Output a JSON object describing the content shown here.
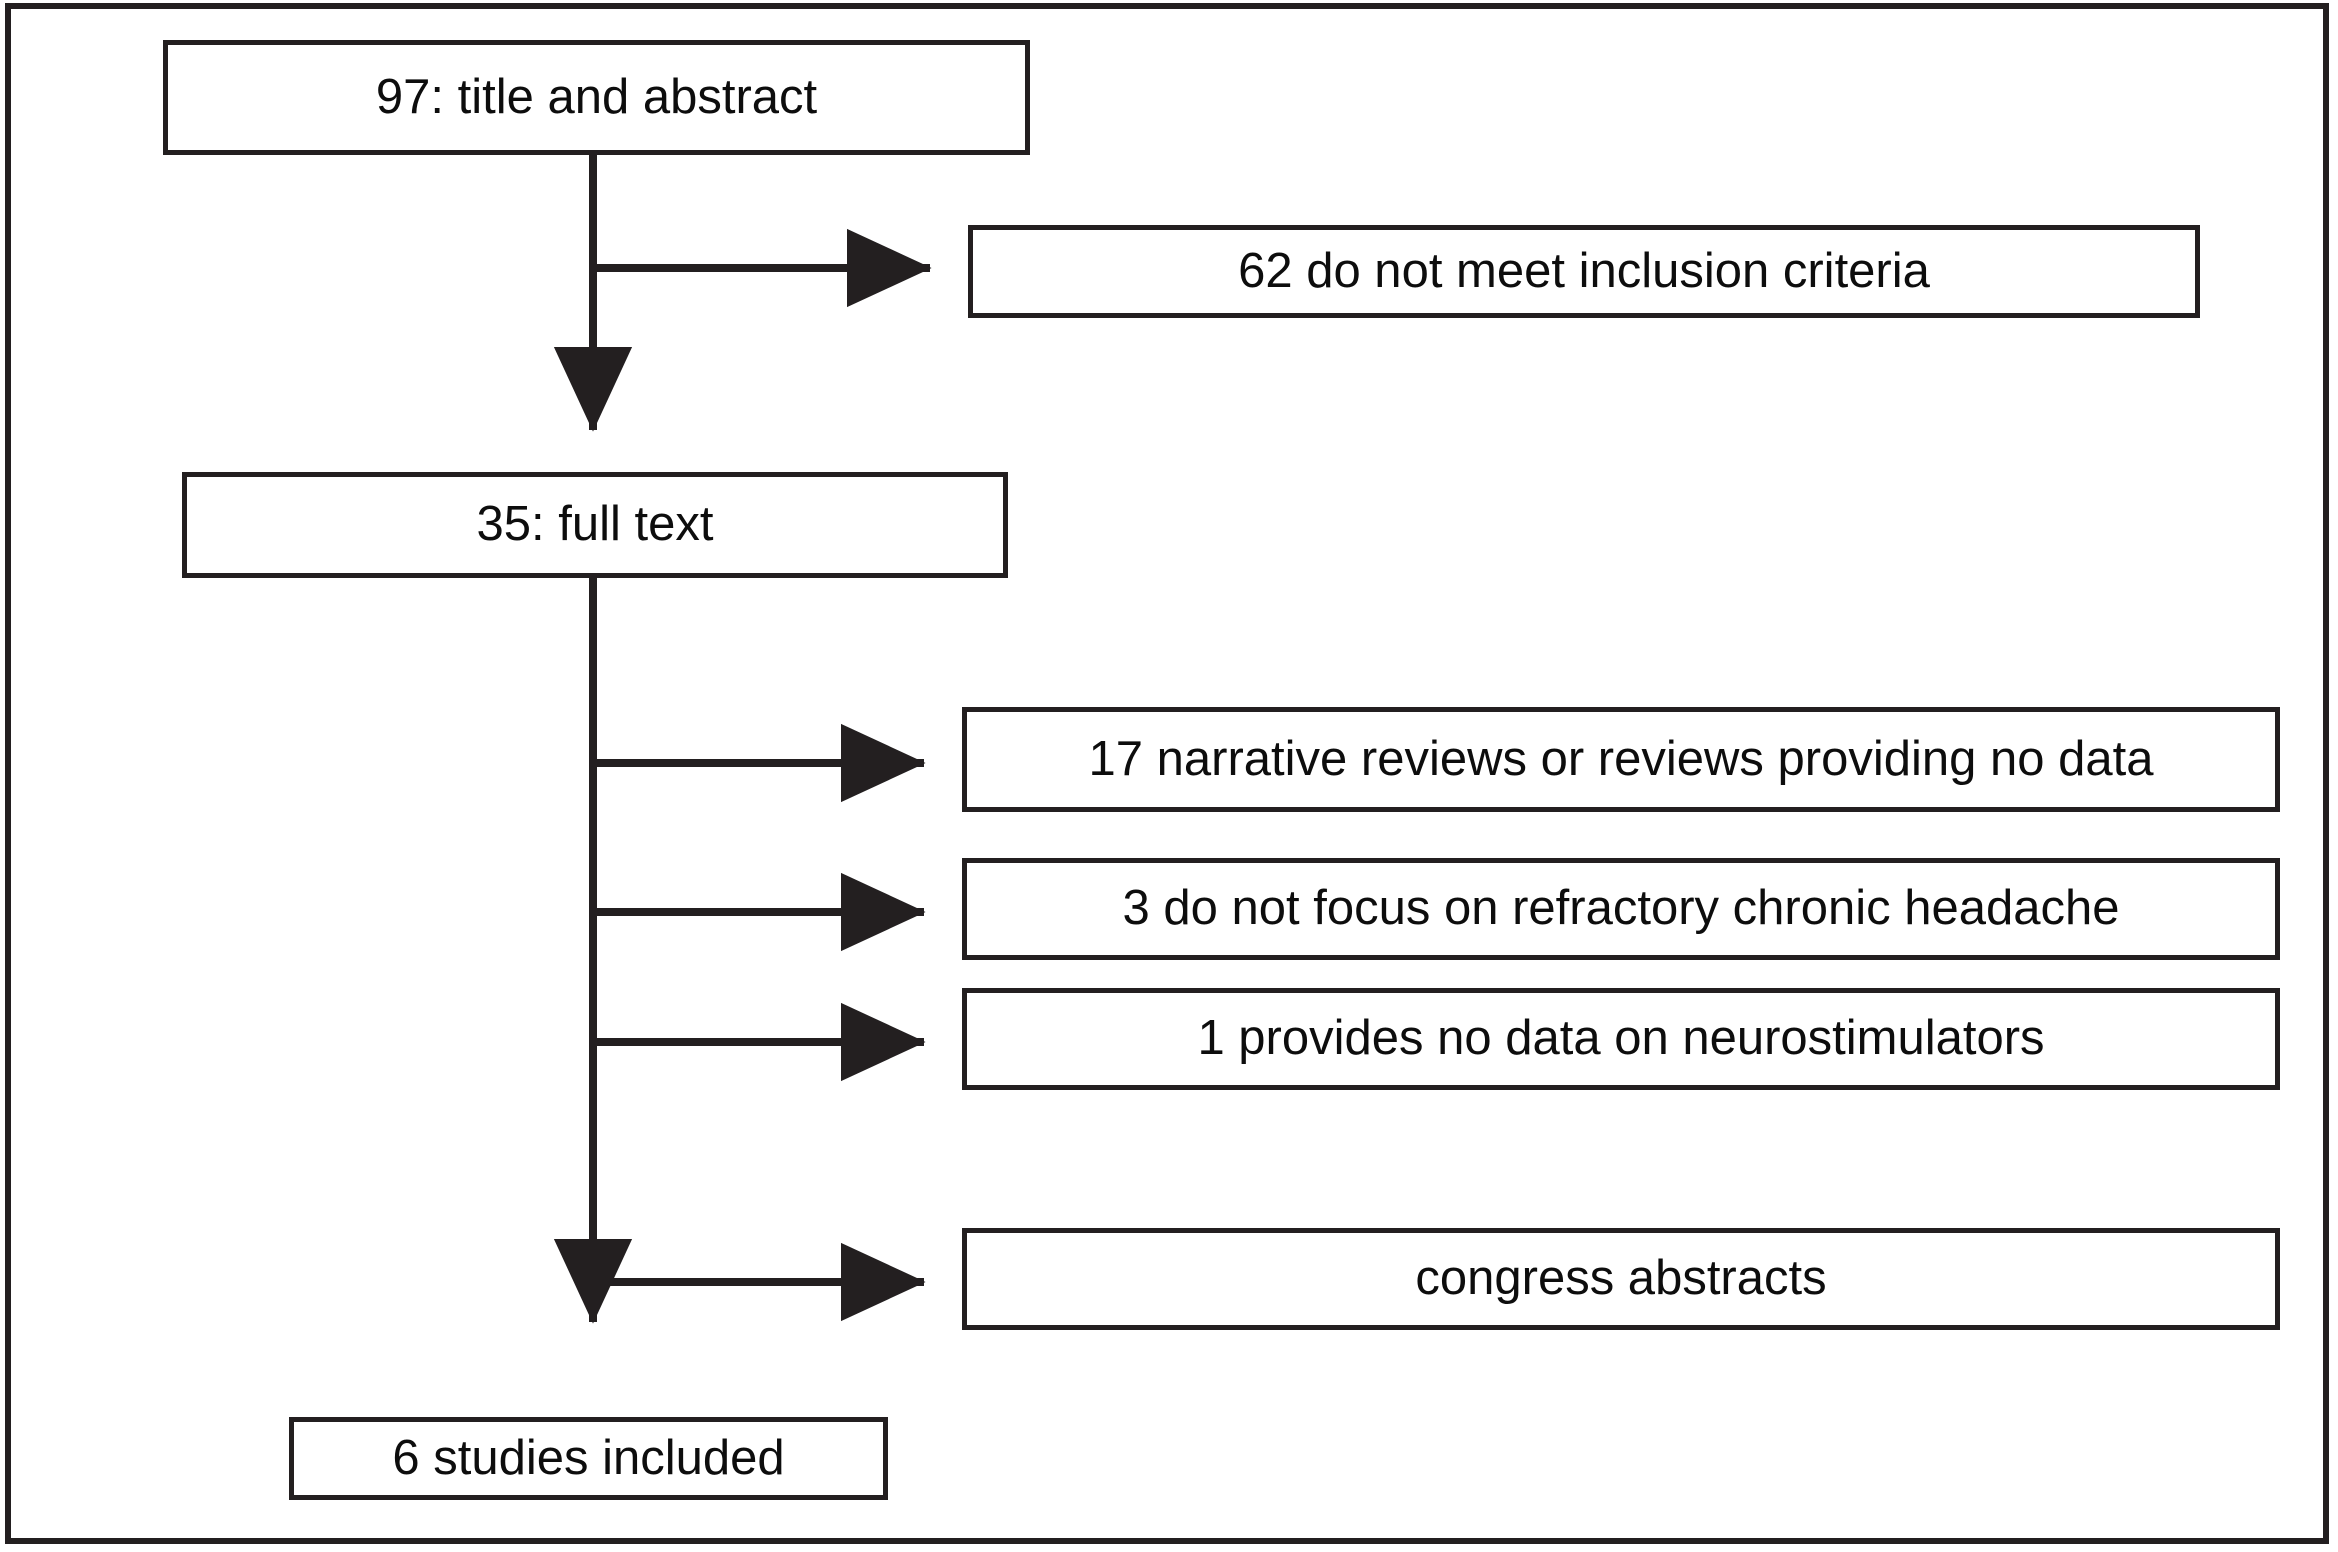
{
  "diagram": {
    "type": "prisma-study-selection-flowchart",
    "orientation": "top-to-bottom",
    "frame_border_color": "#231f20",
    "background_color": "#ffffff",
    "text_color": "#0d0d0d",
    "nodes": [
      {
        "id": "screened",
        "label": "97: title and abstract",
        "count": 97,
        "role": "stage"
      },
      {
        "id": "excluded_1",
        "label": "62 do not meet inclusion criteria",
        "count": 62,
        "role": "exclusion"
      },
      {
        "id": "fulltext",
        "label": "35: full text",
        "count": 35,
        "role": "stage"
      },
      {
        "id": "excluded_2",
        "label": "17 narrative reviews or reviews providing no data",
        "count": 17,
        "role": "exclusion"
      },
      {
        "id": "excluded_3",
        "label": "3 do not focus on refractory chronic headache",
        "count": 3,
        "role": "exclusion"
      },
      {
        "id": "excluded_4",
        "label": "1 provides no data on neurostimulators",
        "count": 1,
        "role": "exclusion"
      },
      {
        "id": "excluded_5",
        "label": "congress abstracts",
        "count": null,
        "role": "exclusion"
      },
      {
        "id": "included",
        "label": "6 studies included",
        "count": 6,
        "role": "stage"
      }
    ],
    "edges": [
      {
        "from": "screened",
        "to": "excluded_1",
        "direction": "right"
      },
      {
        "from": "screened",
        "to": "fulltext",
        "direction": "down"
      },
      {
        "from": "fulltext",
        "to": "excluded_2",
        "direction": "right"
      },
      {
        "from": "fulltext",
        "to": "excluded_3",
        "direction": "right"
      },
      {
        "from": "fulltext",
        "to": "excluded_4",
        "direction": "right"
      },
      {
        "from": "fulltext",
        "to": "excluded_5",
        "direction": "right"
      },
      {
        "from": "fulltext",
        "to": "included",
        "direction": "down"
      }
    ]
  }
}
